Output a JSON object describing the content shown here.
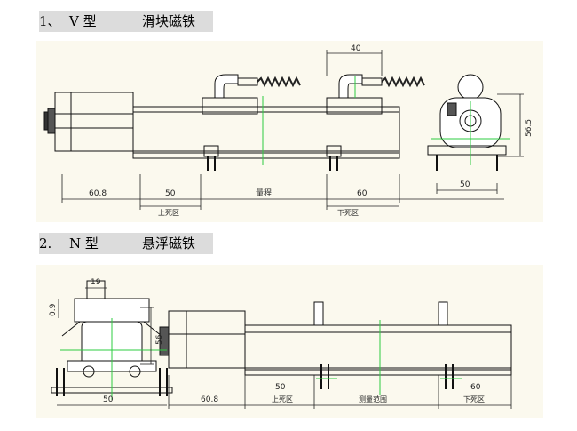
{
  "section1": {
    "number": "1、",
    "type": "V 型",
    "name": "滑块磁铁"
  },
  "section2": {
    "number": "2.",
    "type": "N 型",
    "name": "悬浮磁铁"
  },
  "drawing1": {
    "dim_top": "40",
    "dim_side_height": "56.5",
    "dim_side_width": "50",
    "dim_body": "60.8",
    "dim_upper": "50",
    "dim_range": "量程",
    "dim_lower": "60",
    "label_upper": "上死区",
    "label_lower": "下死区"
  },
  "drawing2": {
    "dim_top": "19",
    "dim_small": "0.9",
    "dim_height": "56",
    "dim_width": "50",
    "dim_body": "60.8",
    "dim_upper": "50",
    "dim_range": "测量范围",
    "dim_lower": "60",
    "label_upper": "上死区",
    "label_lower": "下死区"
  }
}
